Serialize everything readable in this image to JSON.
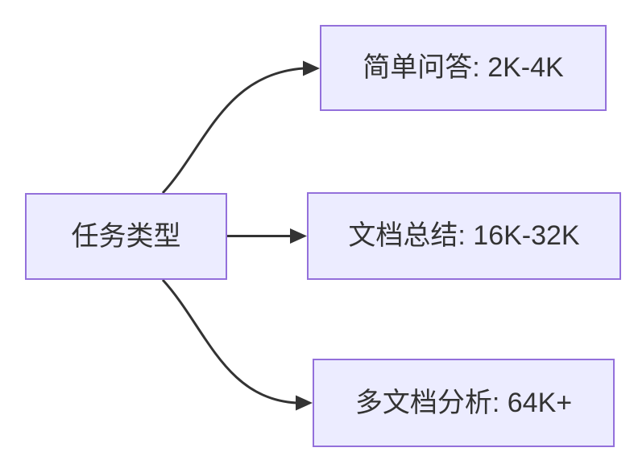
{
  "diagram": {
    "type": "flowchart",
    "direction": "left-to-right",
    "root": {
      "label": "任务类型"
    },
    "branches": [
      {
        "label": "简单问答: 2K-4K"
      },
      {
        "label": "文档总结: 16K-32K"
      },
      {
        "label": "多文档分析: 64K+"
      }
    ],
    "colors": {
      "node_fill": "#ECECFF",
      "node_border": "#9370DB",
      "edge_line": "#333333",
      "arrowhead": "#333333",
      "text": "#333333",
      "background": "#FFFFFF"
    }
  }
}
